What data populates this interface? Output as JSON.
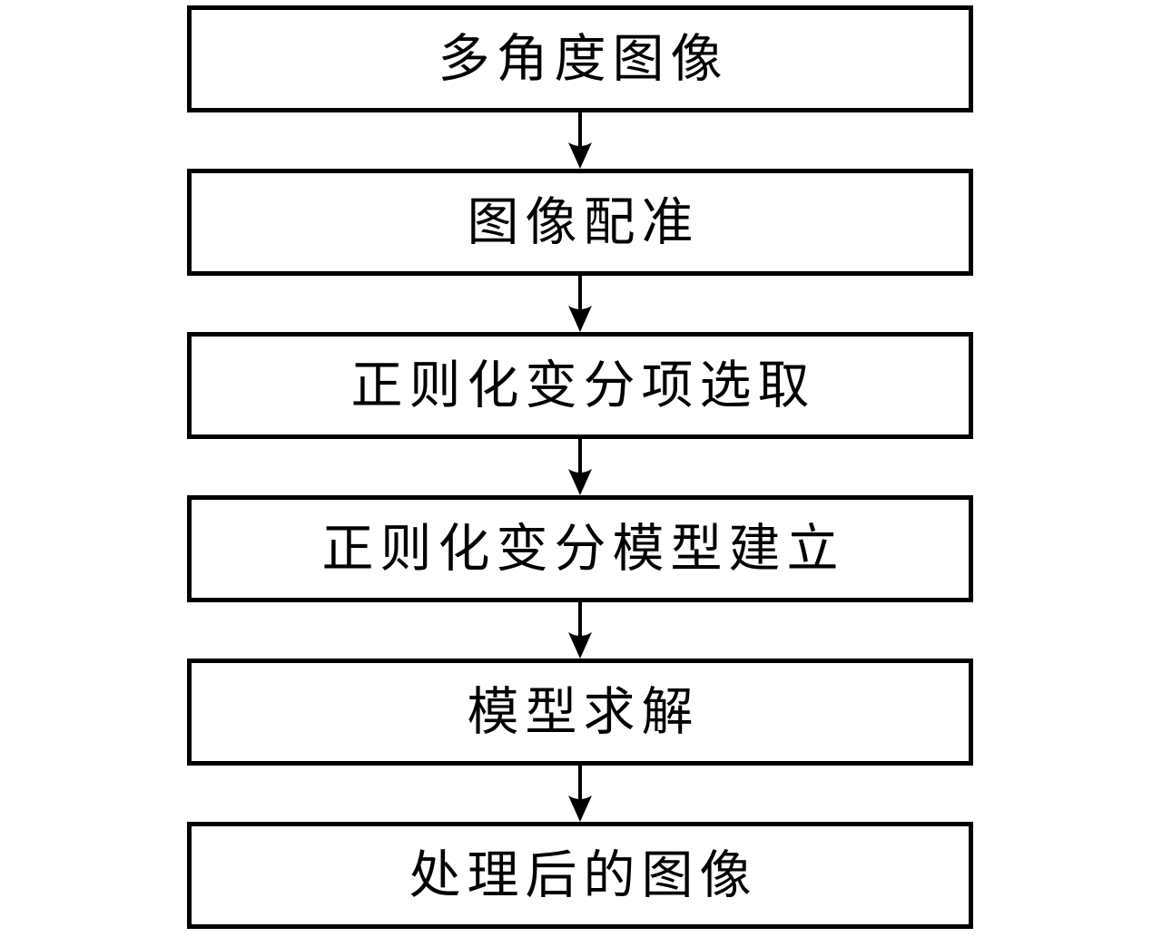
{
  "flowchart": {
    "type": "vertical-flow",
    "nodes": [
      {
        "label": "多角度图像"
      },
      {
        "label": "图像配准"
      },
      {
        "label": "正则化变分项选取"
      },
      {
        "label": "正则化变分模型建立"
      },
      {
        "label": "模型求解"
      },
      {
        "label": "处理后的图像"
      }
    ],
    "connector": "arrow-down",
    "colors": {
      "background": "#ffffff",
      "box_border": "#000000",
      "box_fill": "#ffffff",
      "text": "#000000",
      "arrow": "#000000"
    }
  }
}
